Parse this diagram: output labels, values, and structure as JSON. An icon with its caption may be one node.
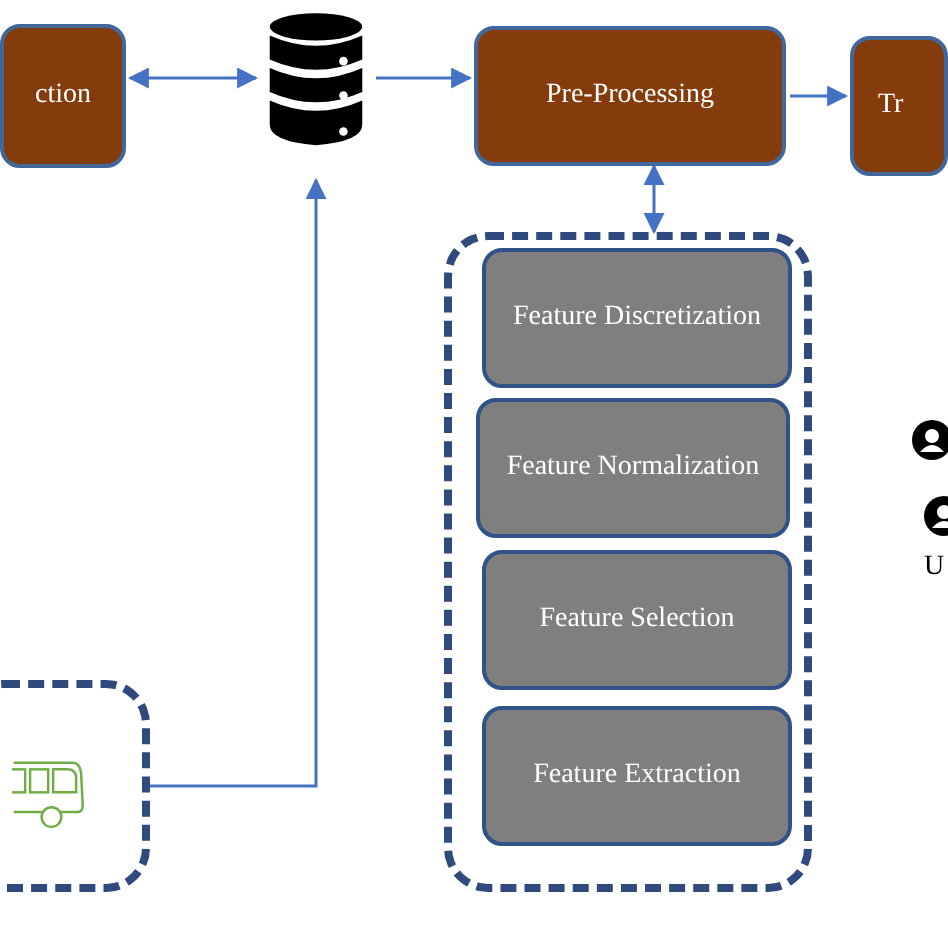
{
  "diagram": {
    "nodes": [
      {
        "text": [
          "ction"
        ]
      },
      {
        "text": [],
        "shape": "cylinder"
      },
      {
        "text": [
          "Pre-Processing"
        ]
      },
      {
        "text": [
          "Tr"
        ]
      },
      {
        "text": [],
        "shape": "box"
      },
      {
        "text": [
          "Feature Discretization"
        ],
        "in": 4
      },
      {
        "text": [
          "Feature Normalization"
        ],
        "in": 4
      },
      {
        "text": [
          "Feature Selection"
        ],
        "in": 4
      },
      {
        "text": [
          "Feature Extraction"
        ],
        "in": 4
      },
      {
        "text": [],
        "shape": "box"
      },
      {
        "text": [],
        "shape": "picture",
        "in": 9
      }
    ],
    "edges": [
      {
        "from": 0,
        "to": 1,
        "arrow": "both"
      },
      {
        "from": 1,
        "to": 2,
        "arrow": "to"
      },
      {
        "from": 2,
        "to": 3,
        "arrow": "to"
      },
      {
        "from": 2,
        "to": 4,
        "arrow": "both"
      },
      {
        "from": 9,
        "to": 1,
        "arrow": "to"
      }
    ],
    "labels": [
      "U"
    ]
  }
}
